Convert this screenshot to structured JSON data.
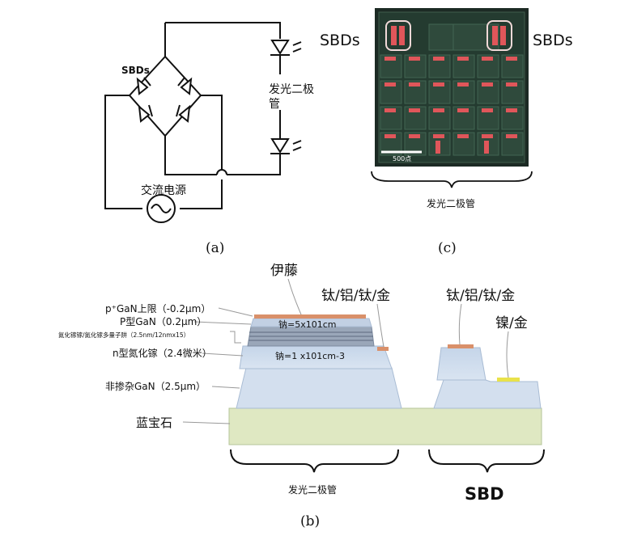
{
  "captions": {
    "a": "(a)",
    "b": "(b)",
    "c": "(c)"
  },
  "circuit": {
    "sbd_label": "SBDs",
    "led_label_line1": "发光二极",
    "led_label_line2": "管",
    "ac_source_label": "交流电源"
  },
  "micrograph": {
    "sbd_left_label": "SBDs",
    "sbd_right_label": "SBDs",
    "scale_bar_label": "500点",
    "led_group_label": "发光二极管"
  },
  "cross_section": {
    "top_contact_label": "伊藤",
    "led_contact_label": "钛/铝/钛/金",
    "sbd_contact_label": "钛/铝/钛/金",
    "sbd_schottky_label": "镍/金",
    "layers": {
      "p_cap": "p⁺GaN上限（-0.2μm）",
      "p_gan": "P型GaN（0.2μm）",
      "mqw": "氮化镓镓/氮化镓多量子阱（2.5nm/12nmx15）",
      "n_gan": "n型氮化镓（2.4微米）",
      "undoped": "非掺杂GaN（2.5μm）",
      "sapphire": "蓝宝石"
    },
    "doping_p": "钠=5x101cm",
    "doping_n": "钠=1 x101cm-3",
    "led_bracket_label": "发光二极管",
    "sbd_bracket_label": "SBD"
  },
  "colors": {
    "micrograph_bg": "#1c2a24",
    "cell_green": "#2f4a3c",
    "pad_red": "#e0565a",
    "contact_copper": "#d9906a",
    "schottky_yellow": "#e9e24a",
    "sapphire": "#dfe8c2",
    "gan_blue": "#cbd9ea",
    "label_box": "#f1d9d8"
  }
}
